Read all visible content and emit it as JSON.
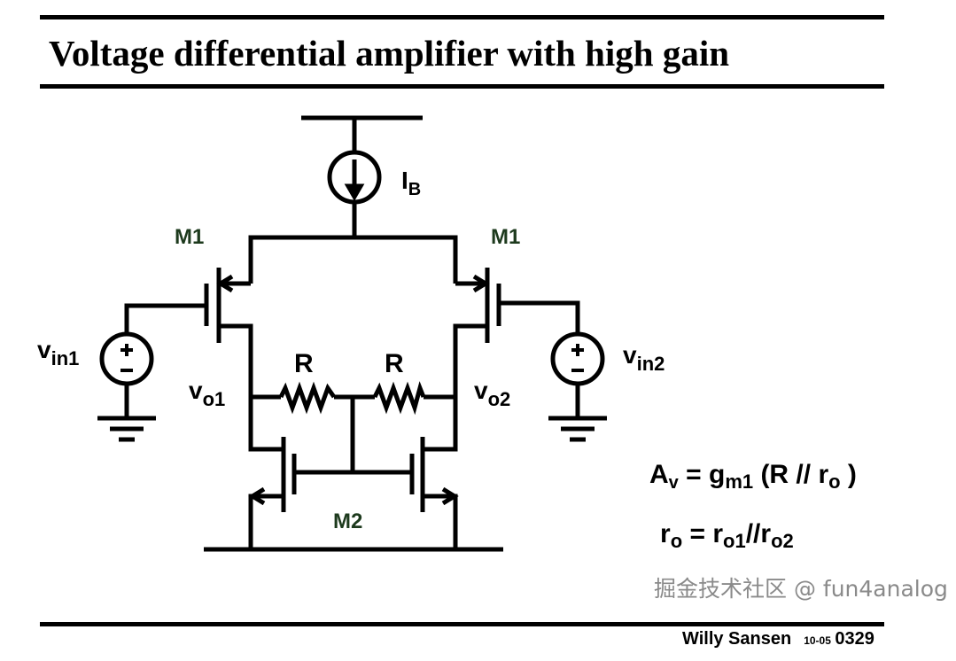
{
  "title": "Voltage differential amplifier with high gain",
  "circuit": {
    "current_source": {
      "label": "I",
      "sub": "B"
    },
    "m1_left": "M1",
    "m1_right": "M1",
    "m2": "M2",
    "r_left": "R",
    "r_right": "R",
    "vin1": {
      "label": "v",
      "sub": "in1"
    },
    "vin2": {
      "label": "v",
      "sub": "in2"
    },
    "vo1": {
      "label": "v",
      "sub": "o1"
    },
    "vo2": {
      "label": "v",
      "sub": "o2"
    }
  },
  "equations": {
    "av": {
      "lhs": "A",
      "lhs_sub": "v",
      "mid": " = g",
      "mid_sub": "m1",
      "rhs": " (R // r",
      "rhs_sub": "o",
      "end": " )"
    },
    "ro": {
      "lhs": "r",
      "lhs_sub": "o",
      "mid": " = r",
      "mid_sub": "o1",
      "rhs": "//r",
      "rhs_sub": "o2"
    }
  },
  "footer": {
    "author": "Willy Sansen",
    "date": "10-05",
    "page": "0329"
  },
  "watermark": "掘金技术社区 @ fun4analog",
  "colors": {
    "device_label": "#1d3a1d",
    "line": "#000000"
  }
}
